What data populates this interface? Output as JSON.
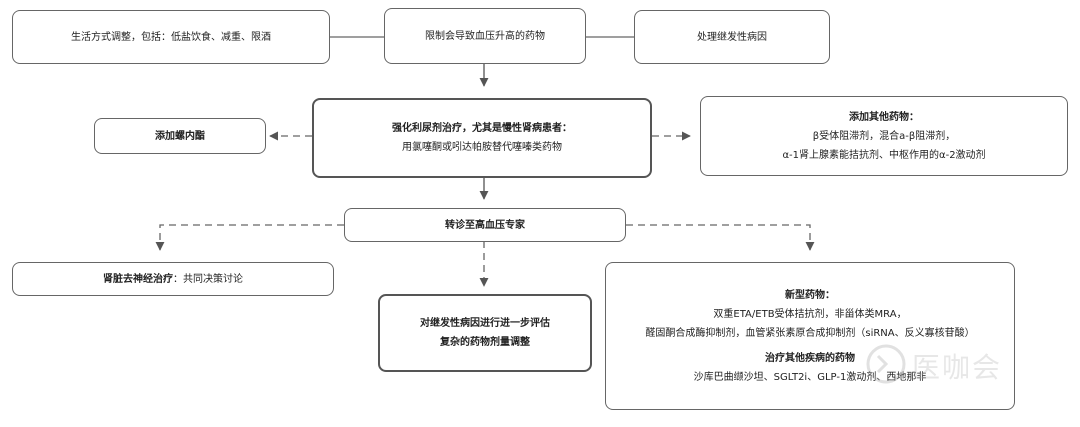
{
  "top": {
    "lifestyle": "生活方式调整，包括：低盐饮食、减重、限酒",
    "limit_drugs": "限制会导致血压升高的药物",
    "secondary": "处理继发性病因"
  },
  "diuretic": {
    "title": "强化利尿剂治疗，尤其是慢性肾病患者：",
    "text": "用氯噻酮或吲达帕胺替代噻嗪类药物"
  },
  "spironolactone": "添加螺内酯",
  "other_drugs": {
    "title": "添加其他药物：",
    "line1": "β受体阻滞剂，混合a-β阻滞剂，",
    "line2": "α-1肾上腺素能拮抗剂、中枢作用的α-2激动剂"
  },
  "referral": "转诊至高血压专家",
  "renal": {
    "title": "肾脏去神经治疗",
    "text": "：共同决策讨论"
  },
  "evaluation": {
    "line1": "对继发性病因进行进一步评估",
    "line2": "复杂的药物剂量调整"
  },
  "new_drugs": {
    "title": "新型药物：",
    "line1": "双重ETA/ETB受体拮抗剂，非甾体类MRA，",
    "line2": "醛固酮合成酶抑制剂，血管紧张素原合成抑制剂（siRNA、反义寡核苷酸）",
    "title2": "治疗其他疾病的药物",
    "line3": "沙库巴曲缬沙坦、SGLT2i、GLP-1激动剂、西地那非"
  },
  "watermark": "医咖会"
}
